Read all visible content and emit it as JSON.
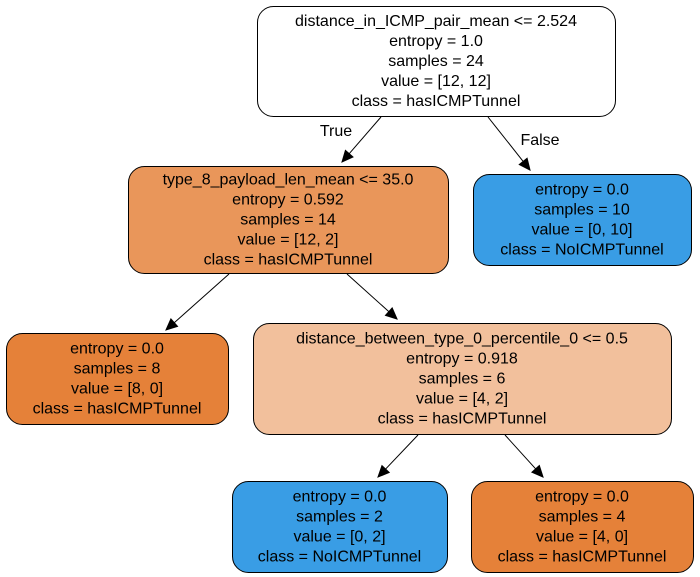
{
  "colors": {
    "white": "#ffffff",
    "orange_light": "#e9965a",
    "orange_pale": "#f2c09c",
    "orange_pure": "#e58139",
    "blue": "#399de5"
  },
  "nodes": [
    {
      "id": "n0",
      "color": "white",
      "lines": [
        "distance_in_ICMP_pair_mean <= 2.524",
        "entropy = 1.0",
        "samples = 24",
        "value = [12, 12]",
        "class = hasICMPTunnel"
      ]
    },
    {
      "id": "n1",
      "color": "orange_light",
      "lines": [
        "type_8_payload_len_mean <= 35.0",
        "entropy = 0.592",
        "samples = 14",
        "value = [12, 2]",
        "class = hasICMPTunnel"
      ]
    },
    {
      "id": "n2",
      "color": "blue",
      "lines": [
        "entropy = 0.0",
        "samples = 10",
        "value = [0, 10]",
        "class = NoICMPTunnel"
      ]
    },
    {
      "id": "n3",
      "color": "orange_pure",
      "lines": [
        "entropy = 0.0",
        "samples = 8",
        "value = [8, 0]",
        "class = hasICMPTunnel"
      ]
    },
    {
      "id": "n4",
      "color": "orange_pale",
      "lines": [
        "distance_between_type_0_percentile_0 <= 0.5",
        "entropy = 0.918",
        "samples = 6",
        "value = [4, 2]",
        "class = hasICMPTunnel"
      ]
    },
    {
      "id": "n5",
      "color": "blue",
      "lines": [
        "entropy = 0.0",
        "samples = 2",
        "value = [0, 2]",
        "class = NoICMPTunnel"
      ]
    },
    {
      "id": "n6",
      "color": "orange_pure",
      "lines": [
        "entropy = 0.0",
        "samples = 4",
        "value = [4, 0]",
        "class = hasICMPTunnel"
      ]
    }
  ],
  "edges": [
    {
      "from": "n0",
      "to": "n1",
      "label": "True"
    },
    {
      "from": "n0",
      "to": "n2",
      "label": "False"
    },
    {
      "from": "n1",
      "to": "n3",
      "label": ""
    },
    {
      "from": "n1",
      "to": "n4",
      "label": ""
    },
    {
      "from": "n4",
      "to": "n5",
      "label": ""
    },
    {
      "from": "n4",
      "to": "n6",
      "label": ""
    }
  ]
}
